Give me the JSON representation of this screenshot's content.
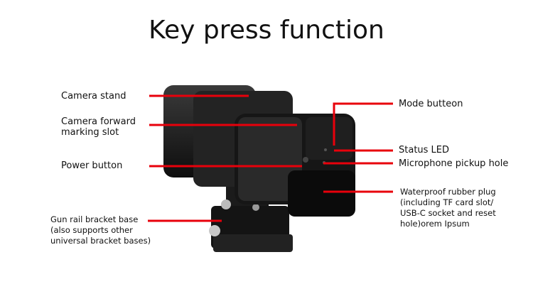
{
  "title": "Key press function",
  "labels": {
    "camera_stand": "Camera stand",
    "forward_slot_1": "Camera forward",
    "forward_slot_2": "marking slot",
    "power_button": "Power button",
    "gun_rail_1": "Gun rail bracket base",
    "gun_rail_2": "(also supports other",
    "gun_rail_3": "universal bracket bases)",
    "mode_button": "Mode butteon",
    "status_led": "Status LED",
    "microphone": "Microphone pickup hole",
    "plug_1": "Waterproof rubber plug",
    "plug_2": "(including TF card slot/",
    "plug_3": "USB-C socket and reset",
    "plug_4": "hole)orem Ipsum"
  },
  "colors": {
    "leader": "#e8000b",
    "body": "#1a1a1a"
  }
}
